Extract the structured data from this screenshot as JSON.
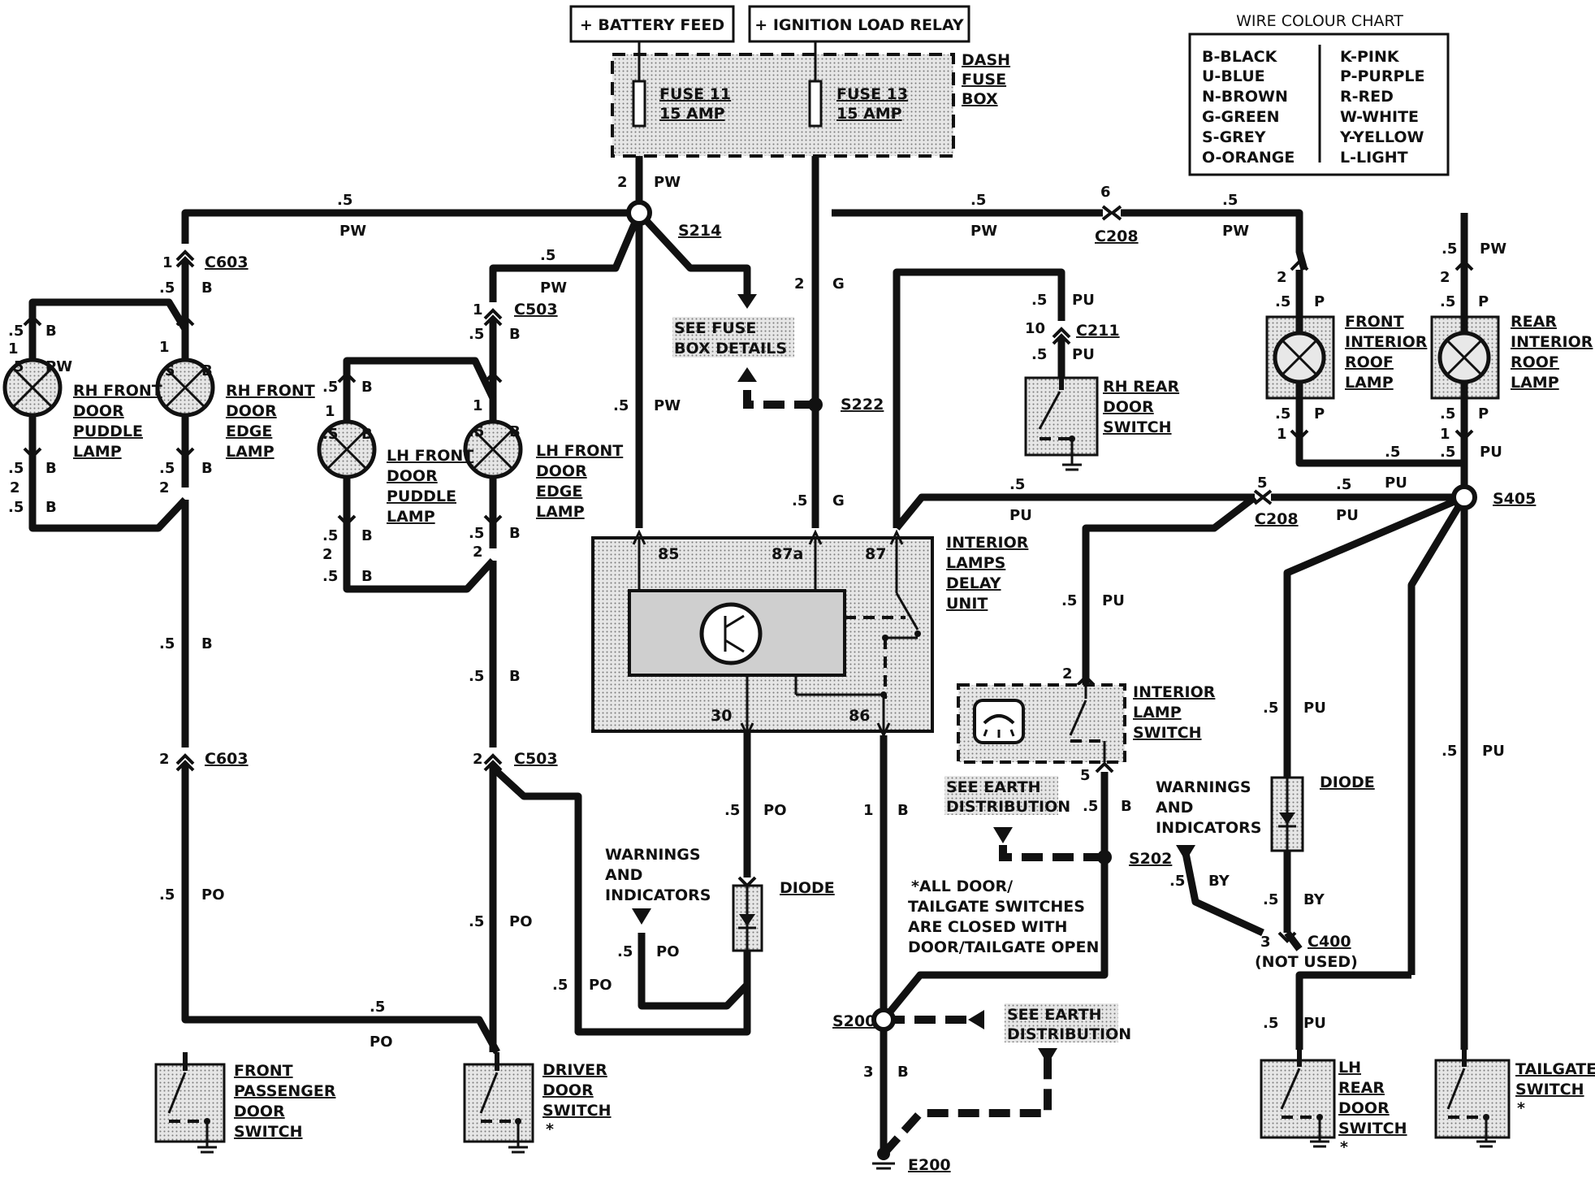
{
  "supply": {
    "battery_feed": "+ BATTERY FEED",
    "ignition_load_relay": "+ IGNITION LOAD RELAY"
  },
  "fuse_box": {
    "label": [
      "DASH",
      "FUSE",
      "BOX"
    ],
    "fuse11": [
      "FUSE 11",
      "15 AMP"
    ],
    "fuse13": [
      "FUSE 13",
      "15 AMP"
    ]
  },
  "wire_colour_chart": {
    "title": "WIRE COLOUR CHART",
    "left": [
      "B-BLACK",
      "U-BLUE",
      "N-BROWN",
      "G-GREEN",
      "S-GREY",
      "O-ORANGE"
    ],
    "right": [
      "K-PINK",
      "P-PURPLE",
      "R-RED",
      "W-WHITE",
      "Y-YELLOW",
      "L-LIGHT"
    ]
  },
  "components": {
    "rh_front_door_puddle_lamp": [
      "RH FRONT",
      "DOOR",
      "PUDDLE",
      "LAMP"
    ],
    "rh_front_door_edge_lamp": [
      "RH FRONT",
      "DOOR",
      "EDGE",
      "LAMP"
    ],
    "lh_front_door_puddle_lamp": [
      "LH FRONT",
      "DOOR",
      "PUDDLE",
      "LAMP"
    ],
    "lh_front_door_edge_lamp": [
      "LH FRONT",
      "DOOR",
      "EDGE",
      "LAMP"
    ],
    "front_interior_roof_lamp": [
      "FRONT",
      "INTERIOR",
      "ROOF",
      "LAMP"
    ],
    "rear_interior_roof_lamp": [
      "REAR",
      "INTERIOR",
      "ROOF",
      "LAMP"
    ],
    "rh_rear_door_switch": [
      "RH REAR",
      "DOOR",
      "SWITCH"
    ],
    "interior_lamps_delay_unit": [
      "INTERIOR",
      "LAMPS",
      "DELAY",
      "UNIT"
    ],
    "interior_lamp_switch": [
      "INTERIOR",
      "LAMP",
      "SWITCH"
    ],
    "front_passenger_door_switch": [
      "FRONT",
      "PASSENGER",
      "DOOR",
      "SWITCH"
    ],
    "driver_door_switch": [
      "DRIVER",
      "DOOR",
      "SWITCH"
    ],
    "lh_rear_door_switch": [
      "LH",
      "REAR",
      "DOOR",
      "SWITCH"
    ],
    "tailgate_switch": [
      "TAILGATE",
      "SWITCH"
    ],
    "diode_left": "DIODE",
    "diode_right": "DIODE"
  },
  "notes": {
    "see_fuse_box": [
      "SEE FUSE",
      "BOX DETAILS"
    ],
    "see_earth_1": [
      "SEE EARTH",
      "DISTRIBUTION"
    ],
    "see_earth_2": [
      "SEE EARTH",
      "DISTRIBUTION"
    ],
    "warnings_left": [
      "WARNINGS",
      "AND",
      "INDICATORS"
    ],
    "warnings_right": [
      "WARNINGS",
      "AND",
      "INDICATORS"
    ],
    "all_door": [
      "*ALL DOOR/",
      "TAILGATE SWITCHES",
      "ARE CLOSED WITH",
      "DOOR/TAILGATE OPEN"
    ],
    "not_used": "(NOT USED)",
    "asterisk": "*"
  },
  "connectors": {
    "s214": "S214",
    "s222": "S222",
    "s405": "S405",
    "s202": "S202",
    "s200": "S200",
    "e200": "E200",
    "c603": "C603",
    "c503": "C503",
    "c208": "C208",
    "c211": "C211",
    "c400": "C400"
  },
  "pins": {
    "p85": "85",
    "p87a": "87a",
    "p87": "87",
    "p30": "30",
    "p86": "86",
    "n1": "1",
    "n2": "2",
    "n3": "3",
    "n5": "5",
    "n6": "6",
    "n10": "10"
  },
  "wires": {
    "size": ".5",
    "PW": "PW",
    "G": "G",
    "B": "B",
    "P": "P",
    "PU": "PU",
    "PO": "PO",
    "BY": "BY"
  }
}
